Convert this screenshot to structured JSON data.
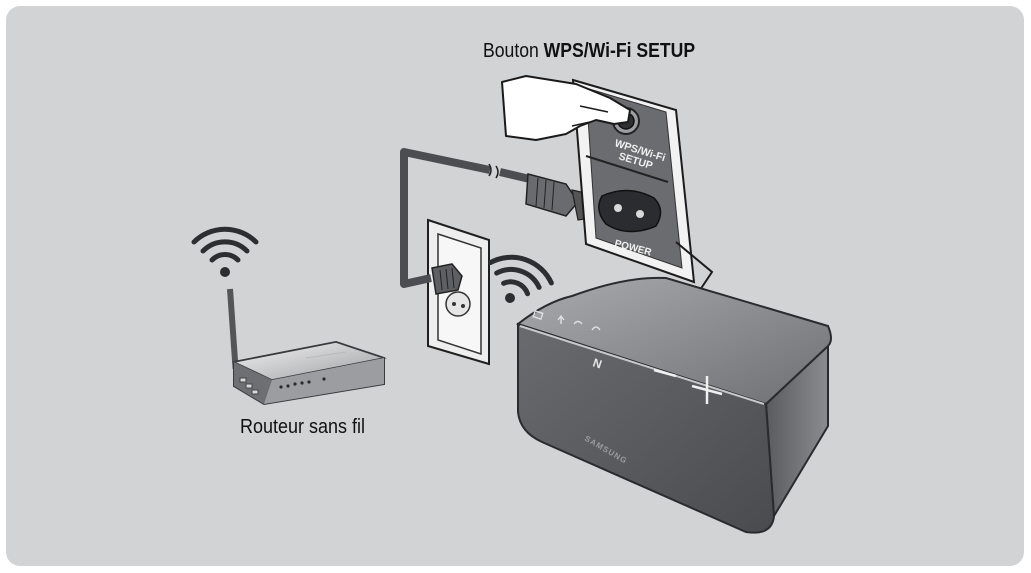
{
  "labels": {
    "button_prefix": "Bouton",
    "button_name": "WPS/Wi-Fi SETUP",
    "router": "Routeur sans fil"
  },
  "panel_labels": {
    "wps_line1": "WPS/Wi-Fi",
    "wps_line2": "SETUP",
    "power": "POWER"
  },
  "speaker": {
    "brand": "SAMSUNG",
    "nfc": "N",
    "minus": "—",
    "plus": "+"
  },
  "colors": {
    "background": "#d2d3d5",
    "device_dark": "#5b5c5f",
    "panel_light": "#f2f2f2"
  }
}
